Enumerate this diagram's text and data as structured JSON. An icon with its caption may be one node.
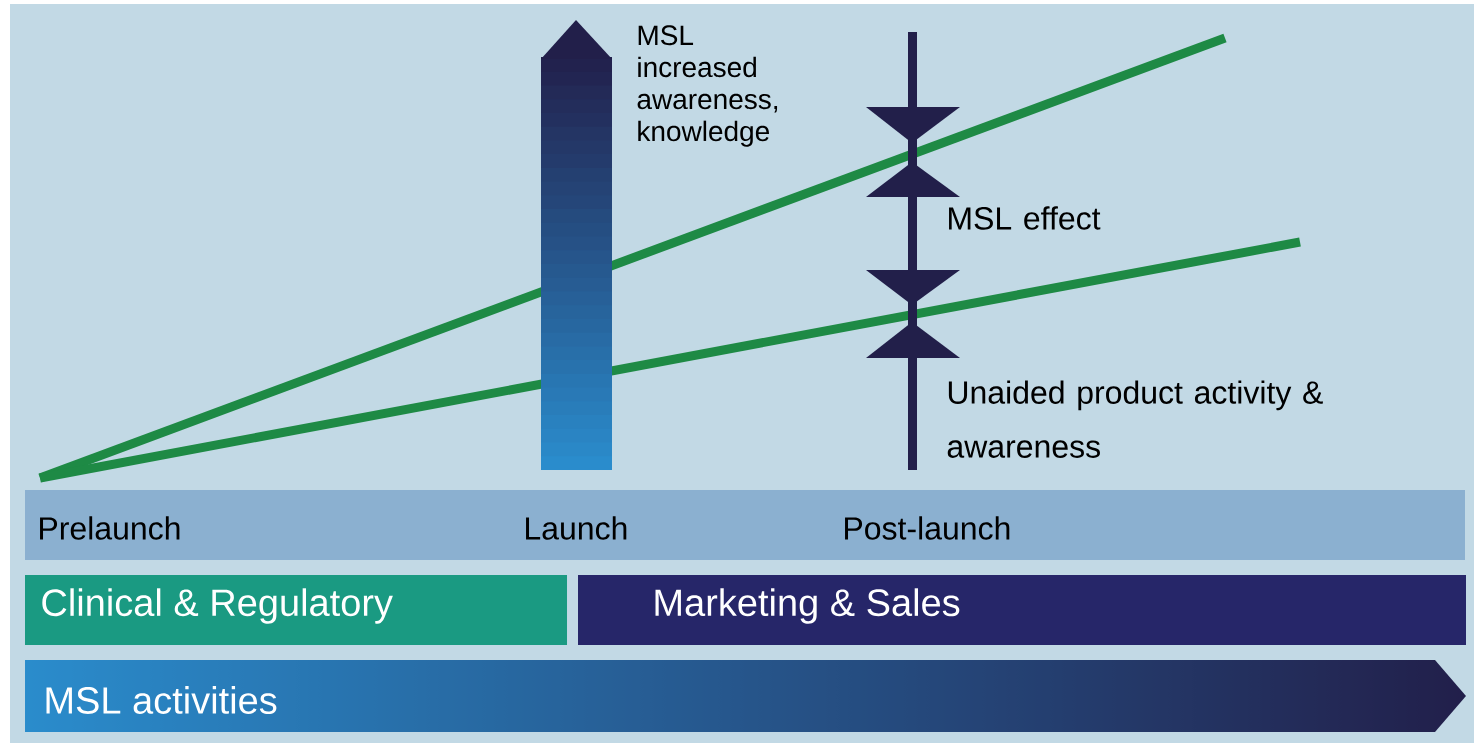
{
  "diagram": {
    "nodes": [
      {
        "text": [
          "Prelaunch",
          "Launch",
          "Post-launch"
        ]
      },
      {
        "text": [
          "Clinical & Regulatory"
        ]
      },
      {
        "text": [
          "Marketing & Sales"
        ]
      },
      {
        "text": [
          "MSL activities"
        ]
      }
    ],
    "labels": [
      "MSL increased awareness, knowledge",
      "MSL effect",
      "Unaided product activity & awareness"
    ]
  }
}
